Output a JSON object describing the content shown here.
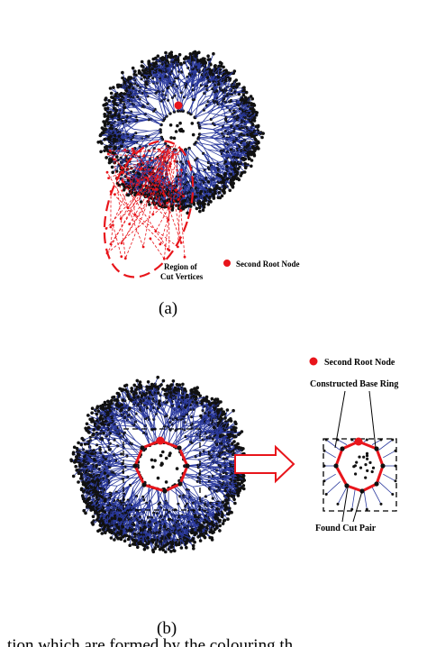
{
  "panel_a": {
    "caption": "(a)",
    "legend_root": "Second Root Node",
    "region_label_line1": "Region of",
    "region_label_line2": "Cut Vertices"
  },
  "panel_b": {
    "caption": "(b)",
    "legend_root": "Second Root Node",
    "ring_label": "Constructed Base Ring",
    "cut_pair_label": "Found Cut Pair"
  },
  "bottom_text": "tion which are formed by the colouring th",
  "colors": {
    "tree_edge": "#2b3a9e",
    "node": "#111111",
    "root_node": "#e8151b",
    "highlight": "#e8151b",
    "dashed": "#000000"
  },
  "icons": {
    "arrow": "hollow-right-arrow-icon"
  }
}
